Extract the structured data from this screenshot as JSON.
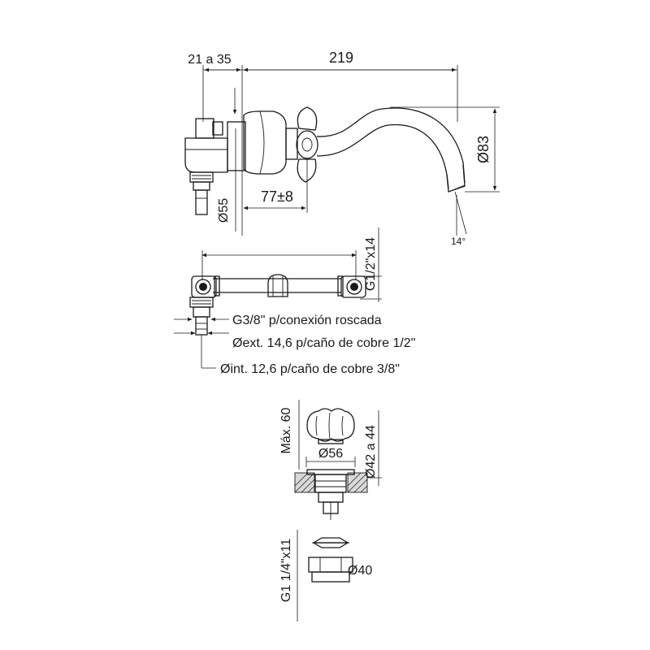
{
  "front_view": {
    "dim_wall_range": "21 a 35",
    "dim_length": "219",
    "dim_spout_height": "Ø83",
    "dim_body_diameter": "Ø55",
    "dim_handle_offset": "77±8",
    "angle": "14°"
  },
  "rear_view": {
    "dim_thread": "G1/2\"x14",
    "note_threaded": "G3/8\" p/conexión roscada",
    "note_ext": "Øext. 14,6 p/caño de cobre 1/2\"",
    "note_int": "Øint. 12,6 p/caño de cobre 3/8\""
  },
  "drain_view": {
    "dim_max": "Máx. 60",
    "dim_flange": "Ø56",
    "dim_hole": "Ø42 a 44",
    "dim_thread": "G1 1/4\"x11",
    "dim_nut": "Ø40"
  }
}
